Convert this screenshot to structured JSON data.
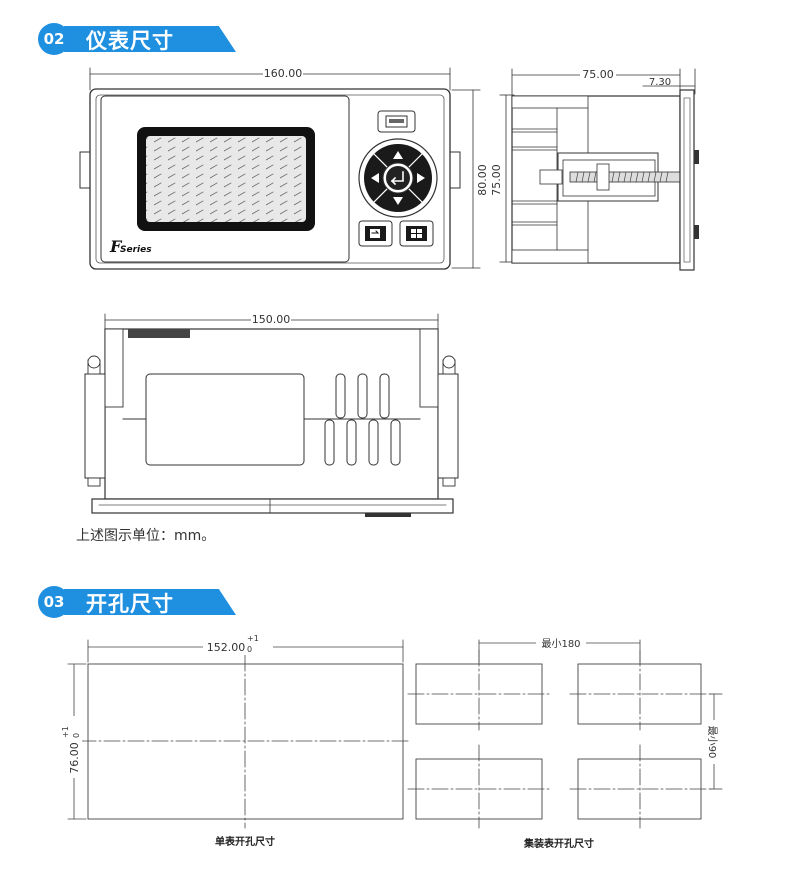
{
  "sections": {
    "s02": {
      "num": "02",
      "title": "仪表尺寸"
    },
    "s03": {
      "num": "03",
      "title": "开孔尺寸"
    }
  },
  "dims": {
    "front_width": "160.00",
    "front_height": "80.00",
    "side_depth": "75.00",
    "side_flange": "7.30",
    "side_height": "75.00",
    "top_width": "150.00"
  },
  "brand": {
    "logo_f": "F",
    "logo_series": "Series"
  },
  "note": "上述图示单位：mm。",
  "cutout": {
    "single_width": "152.00",
    "single_height": "76.00",
    "tol_plus": "+1",
    "tol_zero": "0",
    "min_spacing_h": "最小180",
    "min_spacing_v": "最小90",
    "single_caption": "单表开孔尺寸",
    "multi_caption": "集装表开孔尺寸"
  },
  "colors": {
    "accent": "#1f8fe0",
    "line": "#333333"
  },
  "icons": [
    "usb-port-icon",
    "nav-up-icon",
    "nav-down-icon",
    "nav-left-icon",
    "nav-right-icon",
    "enter-icon",
    "screen-switch-icon",
    "grid-icon"
  ]
}
